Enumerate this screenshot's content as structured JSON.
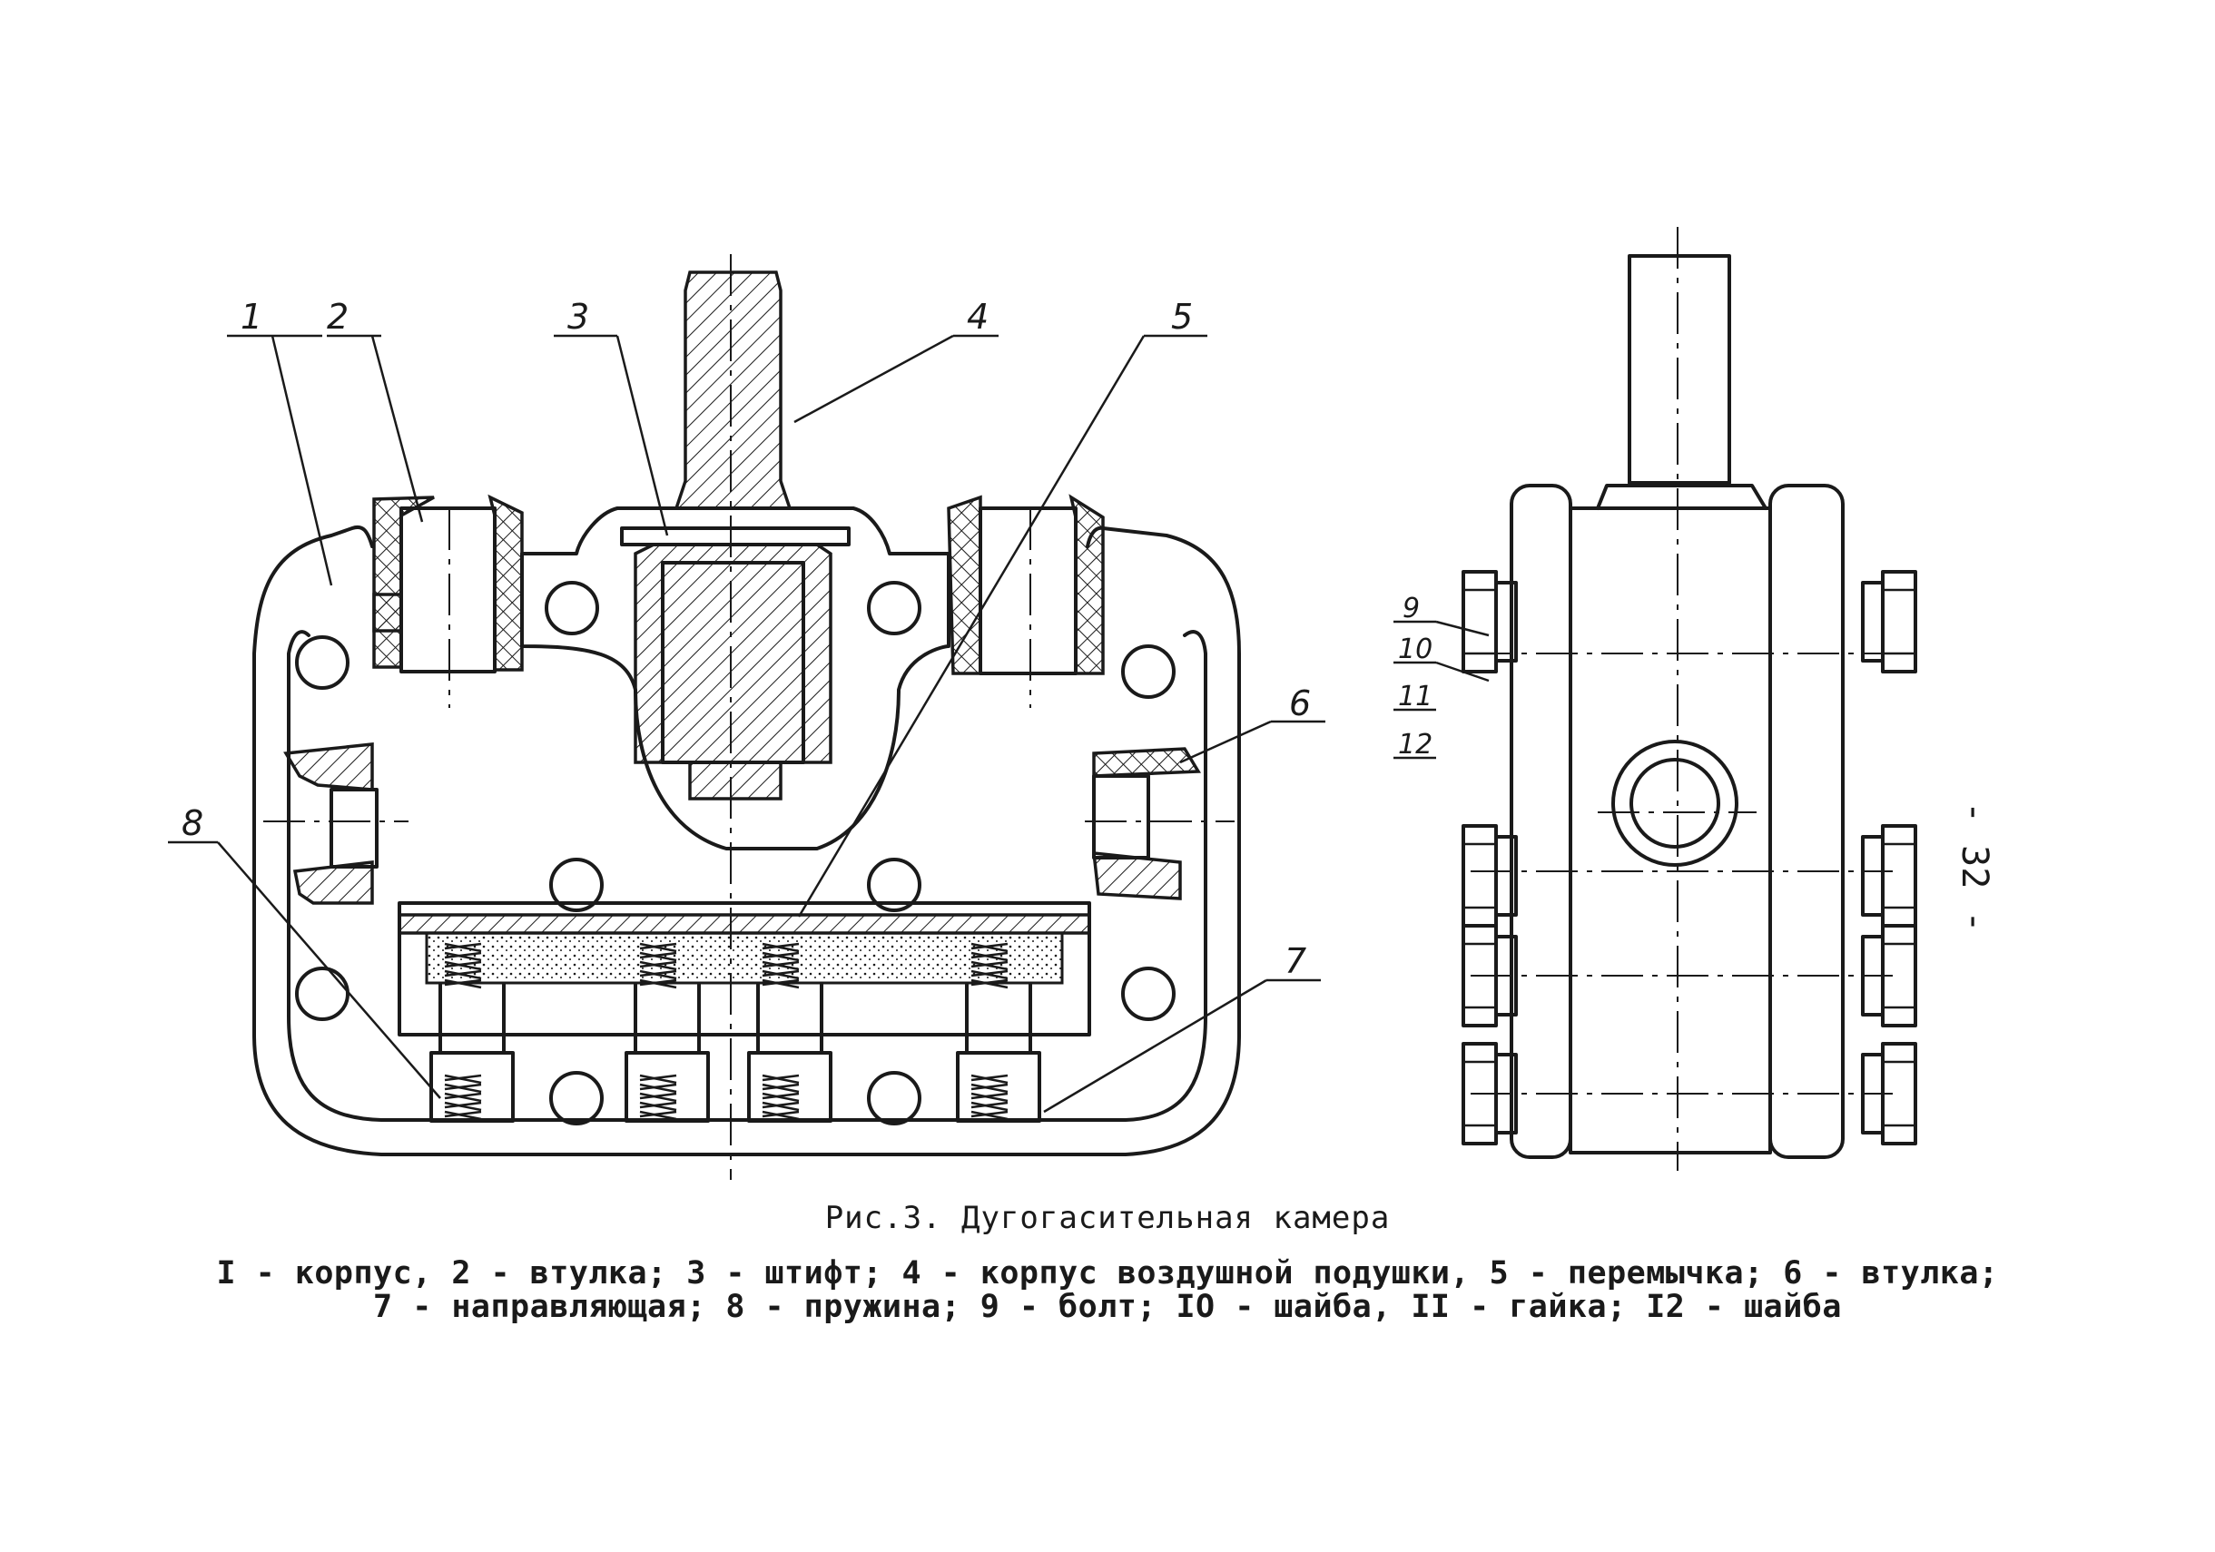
{
  "figure": {
    "title": "Рис.3. Дугогасительная камера",
    "legend_line_1": "I - корпус, 2 - втулка; 3 - штифт; 4 - корпус воздушной подушки, 5 - перемычка; 6 - втулка;",
    "legend_line_2": "7 - направляющая; 8 - пружина; 9 - болт; IO - шайба, II - гайка; I2 - шайба",
    "page_number": "- 32 -"
  },
  "callouts": {
    "front_view": [
      "1",
      "2",
      "3",
      "4",
      "5",
      "6",
      "7",
      "8"
    ],
    "side_view": [
      "9",
      "10",
      "11",
      "12"
    ]
  }
}
